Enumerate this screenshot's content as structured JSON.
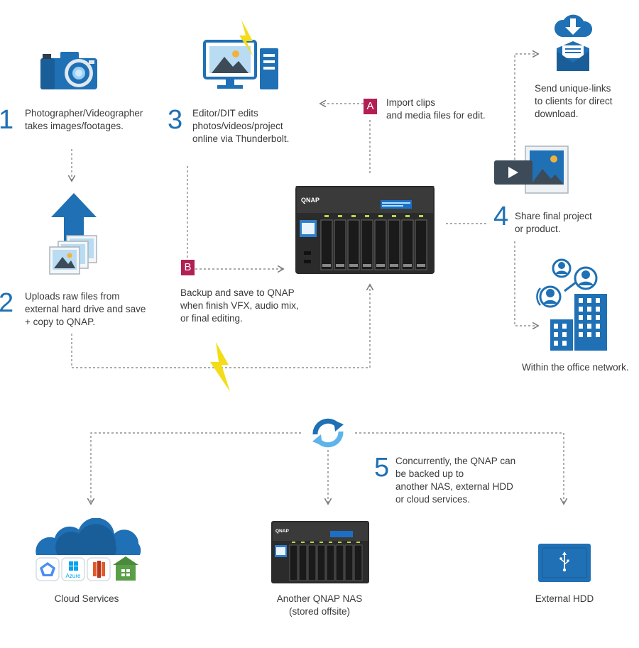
{
  "colors": {
    "accent_blue": "#1f70b4",
    "tag_magenta": "#b21f55",
    "line_gray": "#7a7a7a",
    "bolt_yellow": "#f2dd18",
    "nas_dark": "#2b2b2b"
  },
  "steps": [
    {
      "number": "1",
      "text": "Photographer/Videographer\ntakes images/footages."
    },
    {
      "number": "2",
      "text": "Uploads raw files from\nexternal hard drive and save\n+ copy to QNAP."
    },
    {
      "number": "3",
      "text": "Editor/DIT edits\nphotos/videos/project\nonline via Thunderbolt."
    },
    {
      "number": "4",
      "text": "Share final project\nor product."
    },
    {
      "number": "5",
      "text": "Concurrently, the QNAP can\nbe backed up to\nanother NAS, external HDD\nor cloud services."
    }
  ],
  "tags": {
    "a": {
      "letter": "A",
      "text": "Import clips\nand media files for edit."
    },
    "b": {
      "letter": "B",
      "text": "Backup and save to QNAP\nwhen finish VFX, audio mix,\nor final editing."
    }
  },
  "share": {
    "download_text": "Send unique-links\nto clients for direct\ndownload.",
    "office_text": "Within the office network."
  },
  "destinations": {
    "cloud": "Cloud Services",
    "azure_label": "Azure",
    "nas": "Another QNAP NAS\n(stored offsite)",
    "hdd": "External HDD"
  },
  "nas": {
    "brand": "QNAP"
  },
  "icons": [
    "camera-icon",
    "upload-icon",
    "monitor-icon",
    "download-icon",
    "video-icon",
    "office-icon",
    "sync-icon",
    "cloud-icon",
    "hdd-icon",
    "lightning-icon"
  ]
}
